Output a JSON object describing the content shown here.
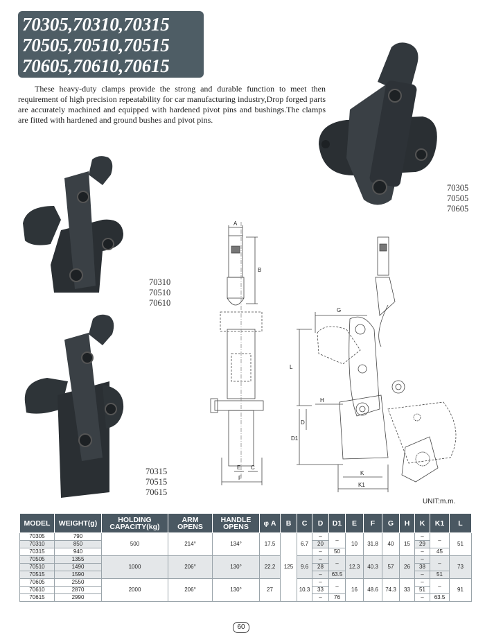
{
  "banner": {
    "lines": [
      "70305,70310,70315",
      "70505,70510,70515",
      "70605,70610,70615"
    ]
  },
  "intro": "These heavy-duty clamps provide the strong and durable function to meet then requirement of high precision repeatability for car manufacturing industry,Drop forged parts are accurately machined and equipped with hardened pivot pins and bushings.The clamps are fitted with hardened and ground bushes and pivot pins.",
  "photo_labels": {
    "group1": [
      "70305",
      "70505",
      "70605"
    ],
    "group2": [
      "70310",
      "70510",
      "70610"
    ],
    "group3": [
      "70315",
      "70515",
      "70615"
    ]
  },
  "drawing_labels": [
    "A",
    "B",
    "E",
    "C",
    "F",
    "G",
    "H",
    "D",
    "D1",
    "K",
    "K1",
    "L"
  ],
  "unit": "UNIT:m.m.",
  "table": {
    "headers": [
      "MODEL",
      "WEIGHT(g)",
      "HOLDING CAPACITY(kg)",
      "ARM OPENS",
      "HANDLE OPENS",
      "φ A",
      "B",
      "C",
      "D",
      "D1",
      "E",
      "F",
      "G",
      "H",
      "K",
      "K1",
      "L"
    ],
    "rows": [
      [
        "70305",
        "790"
      ],
      [
        "70310",
        "850"
      ],
      [
        "70315",
        "940"
      ],
      [
        "70505",
        "1355"
      ],
      [
        "70510",
        "1490"
      ],
      [
        "70515",
        "1590"
      ],
      [
        "70605",
        "2550"
      ],
      [
        "70610",
        "2870"
      ],
      [
        "70615",
        "2990"
      ]
    ],
    "groups": [
      {
        "capacity": "500",
        "arm": "214°",
        "handle": "134°",
        "a": "17.5",
        "c": "6.7",
        "e": "10",
        "f": "31.8",
        "g": "40",
        "h": "15",
        "l": "51",
        "d": [
          "–",
          "20",
          "–"
        ],
        "d1_top": "–",
        "d1": "50",
        "k": [
          "–",
          "29",
          "–"
        ],
        "k1_top": "–",
        "k1": "45"
      },
      {
        "capacity": "1000",
        "arm": "206°",
        "handle": "130°",
        "a": "22.2",
        "c": "9.6",
        "e": "12.3",
        "f": "40.3",
        "g": "57",
        "h": "26",
        "l": "73",
        "d": [
          "–",
          "28",
          "–"
        ],
        "d1_top": "–",
        "d1": "63.5",
        "k": [
          "–",
          "38",
          "–"
        ],
        "k1_top": "–",
        "k1": "51"
      },
      {
        "capacity": "2000",
        "arm": "206°",
        "handle": "130°",
        "a": "27",
        "c": "10.3",
        "e": "16",
        "f": "48.6",
        "g": "74.3",
        "h": "33",
        "l": "91",
        "d": [
          "–",
          "33",
          "–"
        ],
        "d1_top": "–",
        "d1": "76",
        "k": [
          "–",
          "51",
          "–"
        ],
        "k1_top": "–",
        "k1": "63.5"
      }
    ],
    "b_value": "125"
  },
  "page_number": "60"
}
